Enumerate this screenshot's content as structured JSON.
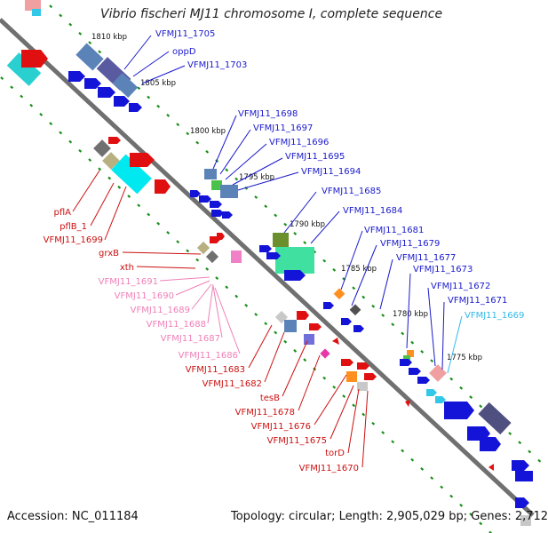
{
  "title": "Vibrio fischeri MJ11 chromosome I, complete sequence",
  "footer": {
    "accession_label": "Accession:",
    "accession": "NC_011184",
    "topology": "Topology: circular; Length: 2,905,029 bp; Genes: 2,712"
  },
  "colors": {
    "backbone": "#707070",
    "tick": "#1a8f1a",
    "blue_gene": "#1414d8",
    "steel_gene": "#5b83b8",
    "red_gene": "#e01010",
    "pink_label": "#f080b8",
    "cyan_label": "#33b8e8",
    "label_blue": "#1a1acc",
    "label_red": "#cc1010"
  },
  "scale_labels": [
    "1810 kbp",
    "1805 kbp",
    "1800 kbp",
    "1795 kbp",
    "1790 kbp",
    "1785 kbp",
    "1780 kbp",
    "1775 kbp"
  ],
  "labels_top": [
    "VFMJ11_1705",
    "oppD",
    "VFMJ11_1703"
  ],
  "labels_right": [
    "VFMJ11_1698",
    "VFMJ11_1697",
    "VFMJ11_1696",
    "VFMJ11_1695",
    "VFMJ11_1694",
    "VFMJ11_1685",
    "VFMJ11_1684",
    "VFMJ11_1681",
    "VFMJ11_1679",
    "VFMJ11_1677",
    "VFMJ11_1673",
    "VFMJ11_1672",
    "VFMJ11_1671"
  ],
  "label_cyan": "VFMJ11_1669",
  "labels_left_red_top": [
    "pflA",
    "pflB_1",
    "VFMJ11_1699",
    "grxB",
    "xth"
  ],
  "labels_left_pink": [
    "VFMJ11_1691",
    "VFMJ11_1690",
    "VFMJ11_1689",
    "VFMJ11_1688",
    "VFMJ11_1687",
    "VFMJ11_1686"
  ],
  "labels_left_red_bottom": [
    "VFMJ11_1683",
    "VFMJ11_1682",
    "tesB",
    "VFMJ11_1678",
    "VFMJ11_1676",
    "VFMJ11_1675",
    "torD",
    "VFMJ11_1670"
  ]
}
